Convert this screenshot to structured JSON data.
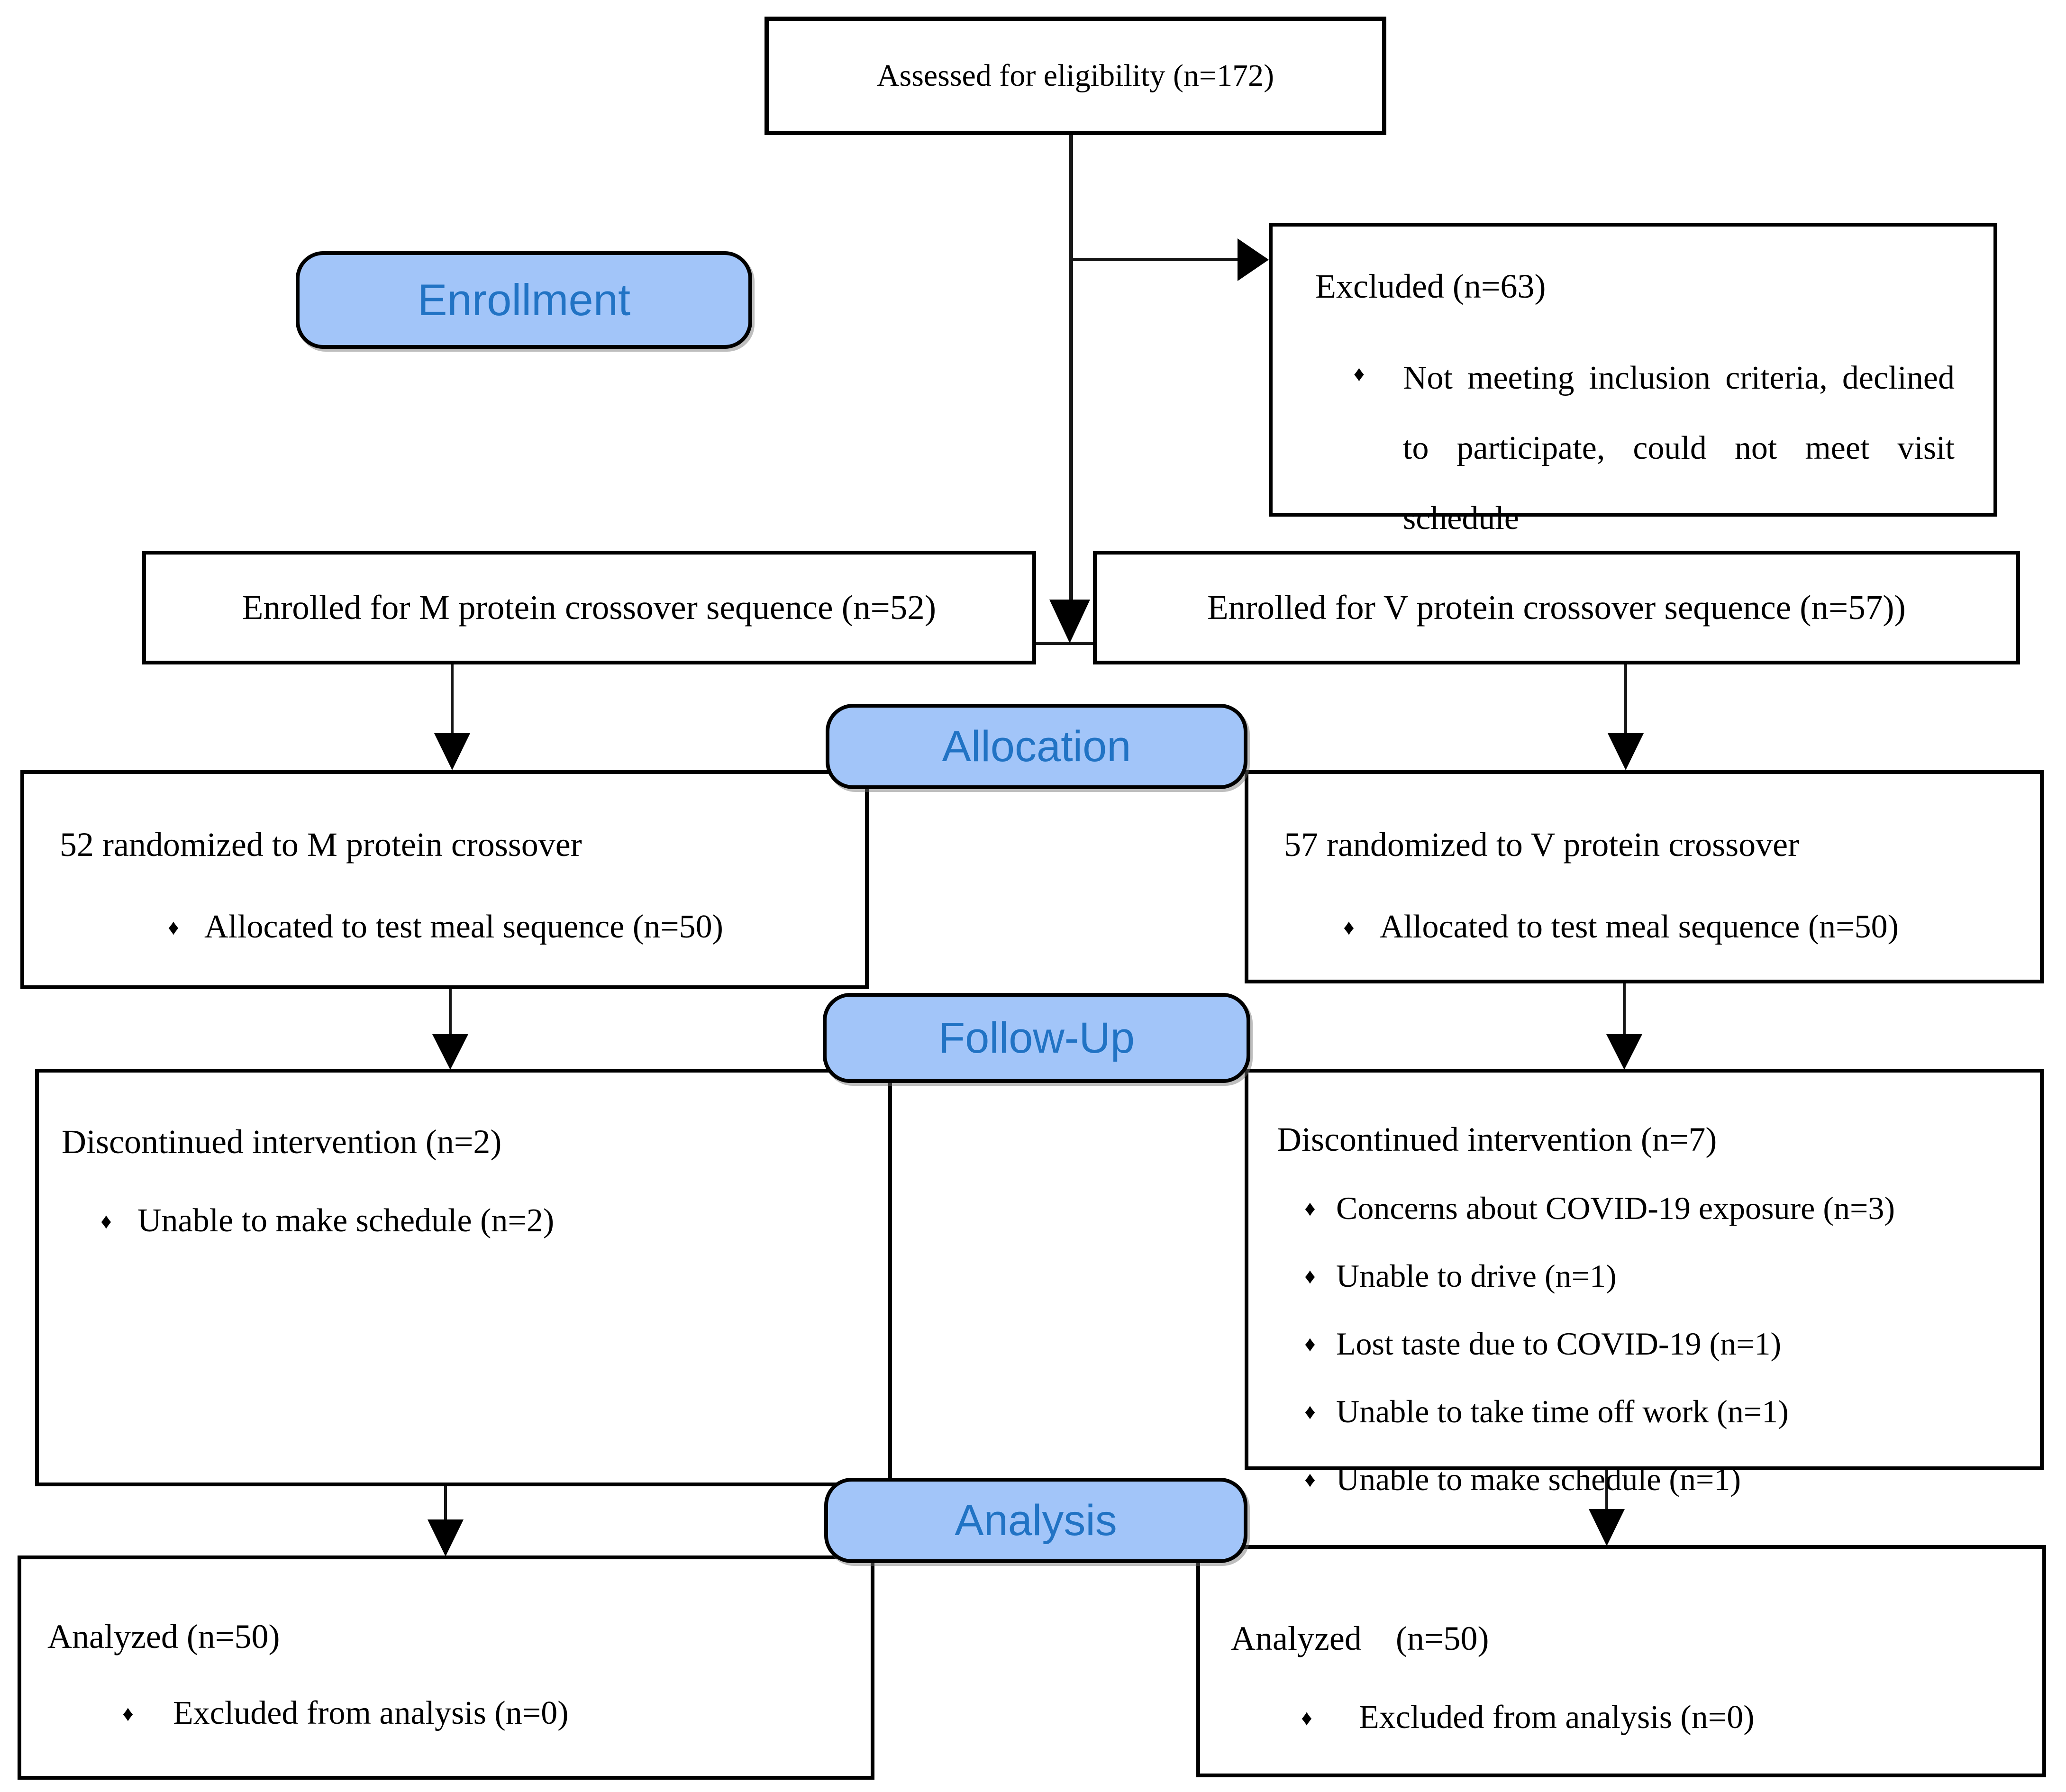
{
  "diagram": {
    "stages": [
      {
        "label": "Enrollment"
      },
      {
        "label": "Allocation"
      },
      {
        "label": "Follow-Up"
      },
      {
        "label": "Analysis"
      }
    ],
    "bullet": "♦",
    "boxes": {
      "assessed": {
        "text": "Assessed for eligibility (n=172)"
      },
      "excluded": {
        "title": "Excluded (n=63)",
        "bullets": [
          "Not meeting inclusion criteria, declined to participate, could not meet visit schedule"
        ]
      },
      "enrolled_m": {
        "text": "Enrolled for M protein crossover sequence (n=52)"
      },
      "enrolled_v": {
        "text": "Enrolled for V protein crossover sequence (n=57))"
      },
      "alloc_m": {
        "title": "52 randomized to M protein crossover",
        "bullets": [
          "Allocated to test meal sequence (n=50)"
        ]
      },
      "alloc_v": {
        "title": "57 randomized to V protein crossover",
        "bullets": [
          "Allocated to test meal sequence (n=50)"
        ]
      },
      "followup_m": {
        "title": "Discontinued intervention (n=2)",
        "bullets": [
          "Unable to make schedule (n=2)"
        ]
      },
      "followup_v": {
        "title": "Discontinued intervention (n=7)",
        "bullets": [
          "Concerns about COVID-19 exposure (n=3)",
          "Unable to drive (n=1)",
          "Lost taste due to COVID-19 (n=1)",
          "Unable to take time off work (n=1)",
          "Unable to make schedule (n=1)"
        ]
      },
      "analyzed_m": {
        "title": "Analyzed (n=50)",
        "bullets": [
          "Excluded from analysis (n=0)"
        ]
      },
      "analyzed_v": {
        "title": "Analyzed    (n=50)",
        "bullets": [
          "Excluded from analysis (n=0)"
        ]
      }
    },
    "colors": {
      "stage_fill": "#A2C5F9",
      "stage_text": "#2173C4",
      "box_border": "#000000",
      "line": "#161616"
    }
  }
}
